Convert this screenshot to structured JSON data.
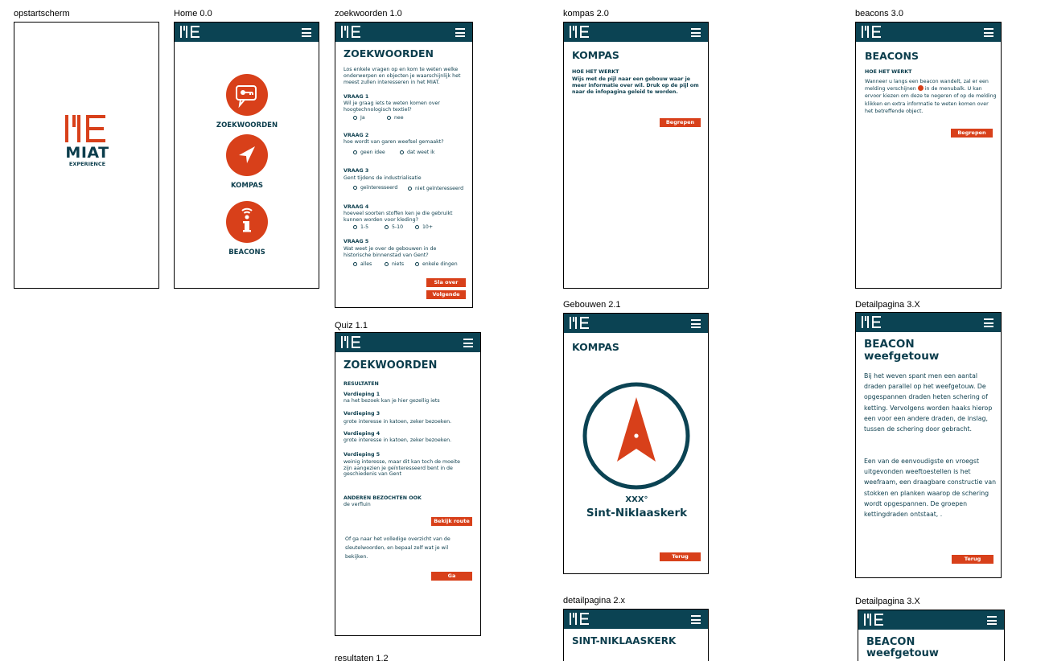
{
  "labels": {
    "splash": "opstartscherm",
    "home": "Home 0.0",
    "zoek": "zoekwoorden 1.0",
    "quiz": "Quiz 1.1",
    "resultaten": "resultaten 1.2",
    "kompas": "kompas 2.0",
    "gebouwen": "Gebouwen 2.1",
    "detail2": "detailpagina 2.x",
    "beacons": "beacons 3.0",
    "detail3a": "Detailpagina 3.X",
    "detail3b": "Detailpagina 3.X"
  },
  "splash": {
    "brand": "MIAT",
    "sub": "EXPERIENCE"
  },
  "home": {
    "items": [
      {
        "label": "ZOEKWOORDEN",
        "icon": "chat-key-icon"
      },
      {
        "label": "KOMPAS",
        "icon": "navigation-arrow-icon"
      },
      {
        "label": "BEACONS",
        "icon": "info-signal-icon"
      }
    ]
  },
  "zoek": {
    "title": "ZOEKWOORDEN",
    "intro": "Los enkele vragen op en kom te weten welke onderwerpen en objecten je waarschijnlijk het meest zullen interesseren in het MIAT.",
    "questions": [
      {
        "head": "VRAAG 1",
        "text": "Wil je graag iets te weten komen over hoogtechnologisch textiel?",
        "options": [
          "Ja",
          "nee"
        ]
      },
      {
        "head": "VRAAG 2",
        "text": "hoe wordt van garen weefsel gemaakt?",
        "options": [
          "geen idee",
          "dat weet ik"
        ]
      },
      {
        "head": "VRAAG 3",
        "text": "Gent tijdens de industrialisatie",
        "options": [
          "geïnteresseerd",
          "niet geïnteresseerd"
        ]
      },
      {
        "head": "VRAAG 4",
        "text": "hoeveel soorten stoffen ken je die gebruikt kunnen worden voor kleding?",
        "options": [
          "1-5",
          "5-10",
          "10+"
        ]
      },
      {
        "head": "VRAAG 5",
        "text": "Wat weet je over de gebouwen in de historische binnenstad van Gent?",
        "options": [
          "alles",
          "niets",
          "enkele dingen"
        ]
      }
    ],
    "skip": "Sla over",
    "next": "Volgende"
  },
  "quiz": {
    "title": "ZOEKWOORDEN",
    "results_head": "RESULTATEN",
    "results": [
      {
        "head": "Verdieping 1",
        "text": "na het bezoek kan je hier gezellig iets"
      },
      {
        "head": "Verdieping 3",
        "text": "grote interesse in katoen, zeker bezoeken."
      },
      {
        "head": "Verdieping 4",
        "text": "grote interesse in katoen, zeker bezoeken."
      },
      {
        "head": "Verdieping 5",
        "text": "weinig interesse, maar dit kan toch de moeite zijn aangezien je geïnteresseerd bent in de geschiedenis van Gent"
      }
    ],
    "others_head": "ANDEREN BEZOCHTEN OOK",
    "others_text": "de verfluin",
    "route": "Bekijk route",
    "outro": "Of ga naar het volledige overzicht van de sleutelwoorden, en bepaal zelf wat je wil bekijken.",
    "go": "Ga"
  },
  "kompas": {
    "title": "KOMPAS",
    "how": "HOE HET WERKT",
    "text": "Wijs met de pijl naar een gebouw waar je meer informatie over wil. Druk op de pijl om naar de infopagina geleid te worden.",
    "ok": "Begrepen"
  },
  "gebouwen": {
    "title": "KOMPAS",
    "degrees": "XXX°",
    "place": "Sint-Niklaaskerk",
    "back": "Terug"
  },
  "detail2": {
    "title": "SINT-NIKLAASKERK"
  },
  "beacons": {
    "title": "BEACONS",
    "how": "HOE HET WERKT",
    "text_a": "Wanneer u langs een beacon wandelt, zal er een melding verschijnen",
    "text_b": "in de menubalk. U kan ervoor kiezen om deze te negeren of op de melding klikken en extra informatie te weten komen over het betreffende object.",
    "ok": "Begrepen"
  },
  "detail3a": {
    "title1": "BEACON",
    "title2": "weefgetouw",
    "p1": "Bij het weven spant men een aantal draden parallel op het weefgetouw. De opgespannen draden heten schering of ketting. Vervolgens worden haaks hierop een voor een andere draden, de inslag, tussen de schering door gebracht.",
    "p2": "Een van de eenvoudigste en vroegst uitgevonden weeftoestellen is het weefraam, een draagbare constructie van stokken en planken waarop de schering wordt opgespannen. De groepen kettingdraden ontstaat, .",
    "back": "Terug"
  },
  "detail3b": {
    "title1": "BEACON",
    "title2": "weefgetouw"
  },
  "colors": {
    "header": "#0b4353",
    "accent": "#d8401a",
    "text": "#0b3d4c"
  }
}
